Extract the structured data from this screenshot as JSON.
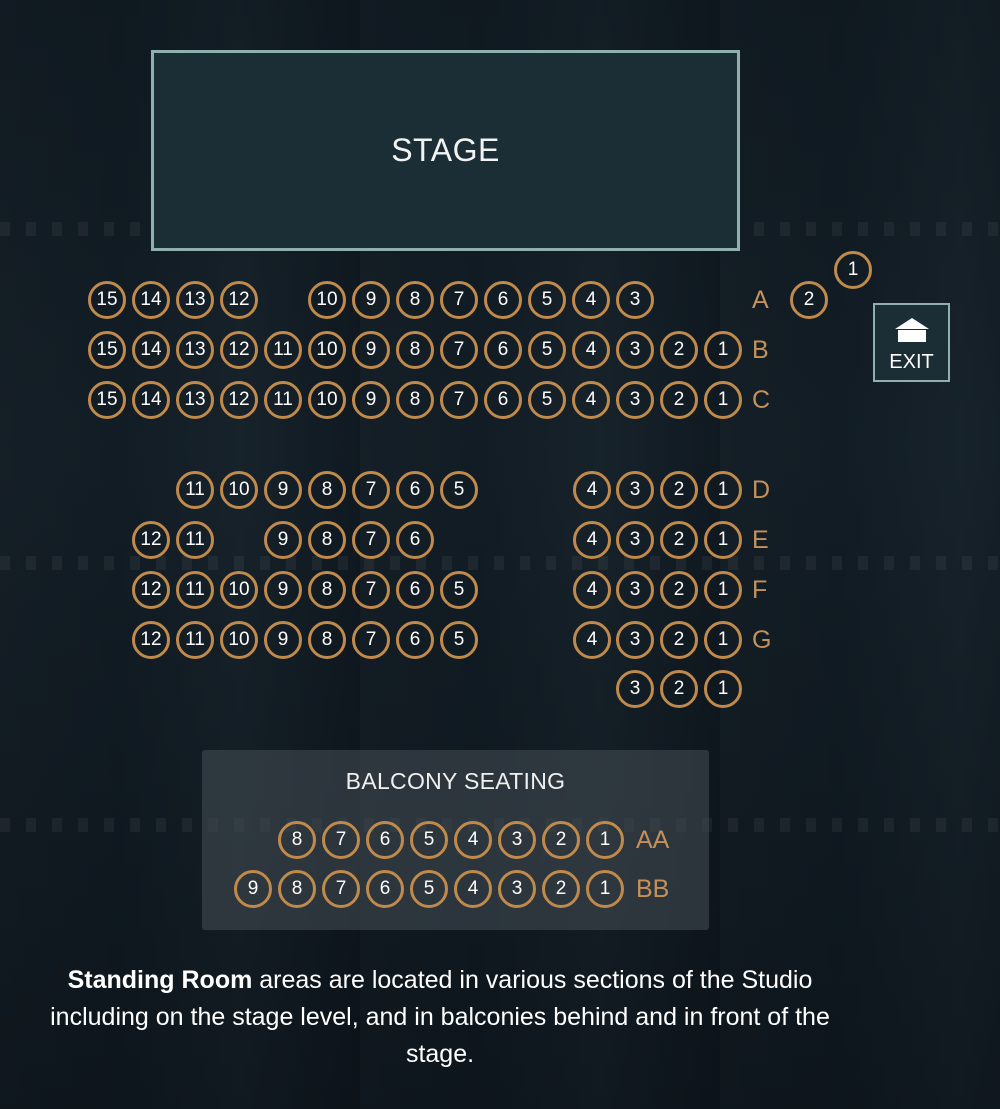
{
  "stage": {
    "label": "STAGE"
  },
  "exit": {
    "label": "EXIT",
    "icon": "house-exit-icon"
  },
  "balcony": {
    "title": "BALCONY SEATING"
  },
  "standing": {
    "bold": "Standing Room",
    "text": " areas are located in various sections of the Studio including on the stage level, and in balconies behind and in front of the stage."
  },
  "colors": {
    "seat_border": "#c08a4c",
    "row_label": "#c4915a",
    "stage_border": "#8fb0ae",
    "stage_fill": "#1b2d35"
  },
  "rows": {
    "A": {
      "label": "A",
      "seats": [
        "15",
        "14",
        "13",
        "12",
        "10",
        "9",
        "8",
        "7",
        "6",
        "5",
        "4",
        "3",
        "2",
        "1"
      ]
    },
    "B": {
      "label": "B",
      "seats": [
        "15",
        "14",
        "13",
        "12",
        "11",
        "10",
        "9",
        "8",
        "7",
        "6",
        "5",
        "4",
        "3",
        "2",
        "1"
      ]
    },
    "C": {
      "label": "C",
      "seats": [
        "15",
        "14",
        "13",
        "12",
        "11",
        "10",
        "9",
        "8",
        "7",
        "6",
        "5",
        "4",
        "3",
        "2",
        "1"
      ]
    },
    "D": {
      "label": "D",
      "seats": [
        "11",
        "10",
        "9",
        "8",
        "7",
        "6",
        "5",
        "4",
        "3",
        "2",
        "1"
      ]
    },
    "E": {
      "label": "E",
      "seats": [
        "12",
        "11",
        "9",
        "8",
        "7",
        "6",
        "4",
        "3",
        "2",
        "1"
      ]
    },
    "F": {
      "label": "F",
      "seats": [
        "12",
        "11",
        "10",
        "9",
        "8",
        "7",
        "6",
        "5",
        "4",
        "3",
        "2",
        "1"
      ]
    },
    "G": {
      "label": "G",
      "seats": [
        "12",
        "11",
        "10",
        "9",
        "8",
        "7",
        "6",
        "5",
        "4",
        "3",
        "2",
        "1"
      ]
    },
    "H": {
      "label": "",
      "seats": [
        "3",
        "2",
        "1"
      ]
    },
    "AA": {
      "label": "AA",
      "seats": [
        "8",
        "7",
        "6",
        "5",
        "4",
        "3",
        "2",
        "1"
      ]
    },
    "BB": {
      "label": "BB",
      "seats": [
        "9",
        "8",
        "7",
        "6",
        "5",
        "4",
        "3",
        "2",
        "1"
      ]
    }
  }
}
